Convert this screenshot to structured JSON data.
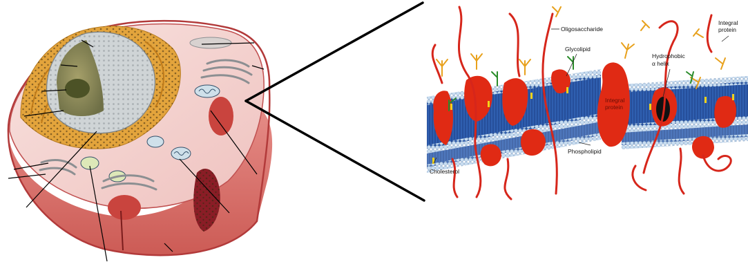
{
  "membrane_labels": {
    "oligosaccharide": "Oligosaccharide",
    "glycolipid": "Glycolipid",
    "integral_protein_top_l1": "Integral",
    "integral_protein_top_l2": "protein",
    "hydrophobic_l1": "Hydrophobic",
    "hydrophobic_l2": "α helix",
    "integral_protein_mid_l1": "Integral",
    "integral_protein_mid_l2": "protein",
    "phospholipid": "Phospholipid",
    "cholesterol": "Cholesterol"
  },
  "colors": {
    "membrane_blue": "#2f5fb0",
    "head_bead": "#bcd6ee",
    "protein_red": "#e02a14",
    "cell_pink": "#e79a95",
    "cell_dark": "#b23a3a",
    "nucleus_grey": "#cfd4d6",
    "nucleolus_green": "#6e6e34",
    "er_orange": "#e3a43c",
    "glyco_orange": "#e8a11c",
    "glyco_green": "#2a8c2a"
  }
}
